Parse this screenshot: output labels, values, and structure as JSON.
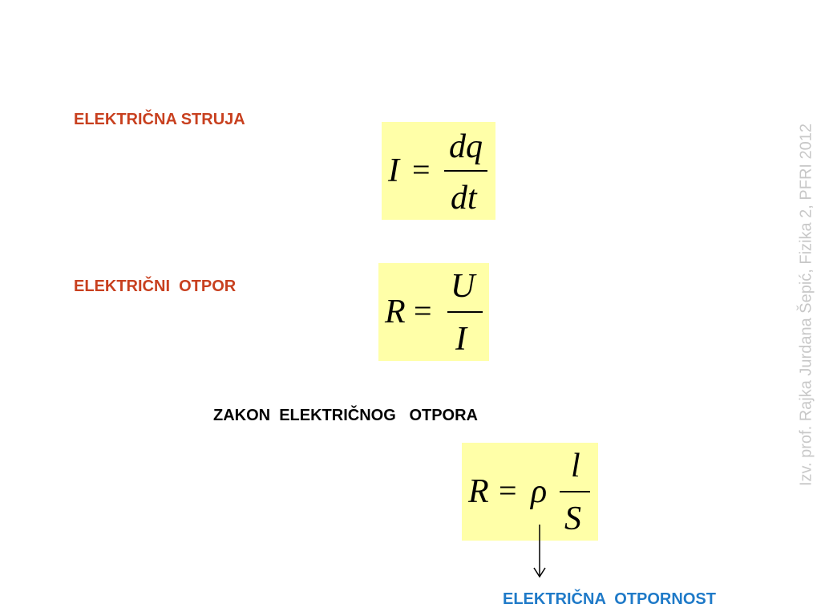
{
  "headings": {
    "current": "ELEKTRIČNA STRUJA",
    "resistance": "ELEKTRIČNI  OTPOR",
    "law": "ZAKON  ELEKTRIČNOG   OTPORA",
    "resistivity": "ELEKTRIČNA  OTPORNOST"
  },
  "formulas": {
    "current": {
      "lhs": "I",
      "eq": "=",
      "num": "dq",
      "den": "dt"
    },
    "resistance": {
      "lhs": "R",
      "eq": "=",
      "num": "U",
      "den": "I"
    },
    "law": {
      "lhs": "R",
      "eq": "=",
      "rho": "ρ",
      "num": "l",
      "den": "S"
    }
  },
  "watermark": "Izv. prof. Rajka Jurdana Šepić, Fizika 2, PFRI 2012",
  "colors": {
    "heading_red": "#c8401f",
    "heading_blue": "#1f7ac8",
    "formula_bg": "#ffffa8",
    "watermark": "#c8c8c8"
  }
}
